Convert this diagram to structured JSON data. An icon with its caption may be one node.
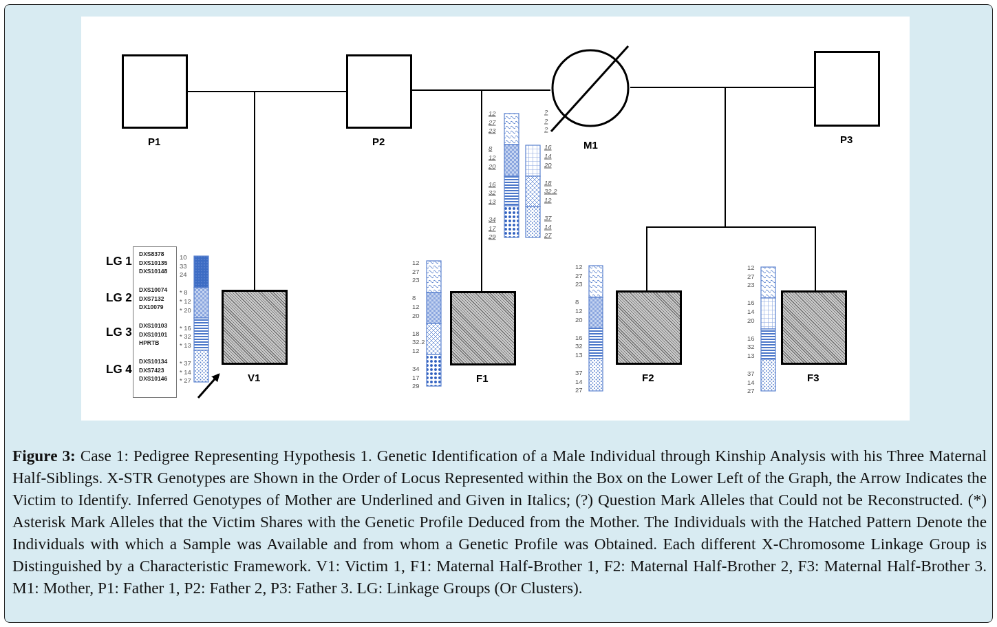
{
  "diagram": {
    "caption": "**Figure 3:** Case 1: Pedigree Representing Hypothesis 1. Genetic Identification of a Male Individual through Kinship Analysis with his Three Maternal Half-Siblings. X-STR Genotypes are Shown in the Order of Locus Represented within the Box on the Lower Left of the Graph, the Arrow Indicates the Victim to Identify. Inferred Genotypes of Mother are Underlined and Given in Italics; (?) Question Mark Alleles that Could not be Reconstructed. (*) Asterisk Mark Alleles that the Victim Shares with the Genetic Profile Deduced from the Mother. The Individuals with the Hatched Pattern Denote the Individuals with which a Sample was Available and from whom a Genetic Profile was Obtained. Each different X-Chromosome Linkage Group is Distinguished by a Characteristic Framework. V1: Victim 1, F1: Maternal Half-Brother 1, F2: Maternal Half-Brother 2, F3: Maternal Half-Brother 3. M1: Mother, P1: Father 1, P2: Father 2, P3: Father 3. LG: Linkage Groups (Or Clusters).",
    "nodes": [
      {
        "text": [
          "P1"
        ]
      },
      {
        "text": [
          "P2"
        ]
      },
      {
        "text": [
          "M1"
        ]
      },
      {
        "text": [
          "P3"
        ]
      },
      {
        "text": [
          "DXS8378",
          "DXS10135",
          "DXS10148",
          "DXS10074",
          "DXS7132",
          "DX10079",
          "DXS10103",
          "DXS10101",
          "HPRTB",
          "DXS10134",
          "DXS7423",
          "DXS10146"
        ]
      },
      {
        "text": [
          "V1"
        ]
      },
      {
        "text": [
          "F1"
        ]
      },
      {
        "text": [
          "F2"
        ]
      },
      {
        "text": [
          "F3"
        ]
      }
    ],
    "edges": [
      {
        "from": 0,
        "to": 1,
        "arrow": "none"
      },
      {
        "from": 1,
        "to": 2,
        "arrow": "none"
      },
      {
        "from": 2,
        "to": 3,
        "arrow": "none"
      },
      {
        "from": null,
        "to": 5,
        "arrow": "none"
      },
      {
        "from": null,
        "to": 6,
        "arrow": "none"
      },
      {
        "from": null,
        "to": 7,
        "arrow": "none"
      },
      {
        "from": null,
        "to": 8,
        "arrow": "none"
      },
      {
        "from": null,
        "to": 5,
        "arrow": "to"
      }
    ],
    "labels": [
      "LG 1",
      "LG 2",
      "LG 3",
      "LG 4",
      "10",
      "33",
      "24",
      "* 8",
      "* 12",
      "* 20",
      "* 16",
      "* 32",
      "* 13",
      "* 37",
      "* 14",
      "* 27",
      "12",
      "27",
      "23",
      "8",
      "12",
      "20",
      "18",
      "32.2",
      "12",
      "34",
      "17",
      "29",
      "12",
      "27",
      "23",
      "8",
      "12",
      "20",
      "16",
      "32",
      "13",
      "34",
      "17",
      "29",
      "?",
      "?",
      "?",
      "16",
      "14",
      "20",
      "18",
      "32.2",
      "12",
      "37",
      "14",
      "27",
      "12",
      "27",
      "23",
      "8",
      "12",
      "20",
      "16",
      "32",
      "13",
      "37",
      "14",
      "27",
      "12",
      "27",
      "23",
      "16",
      "14",
      "20",
      "16",
      "32",
      "13",
      "37",
      "14",
      "27"
    ]
  }
}
